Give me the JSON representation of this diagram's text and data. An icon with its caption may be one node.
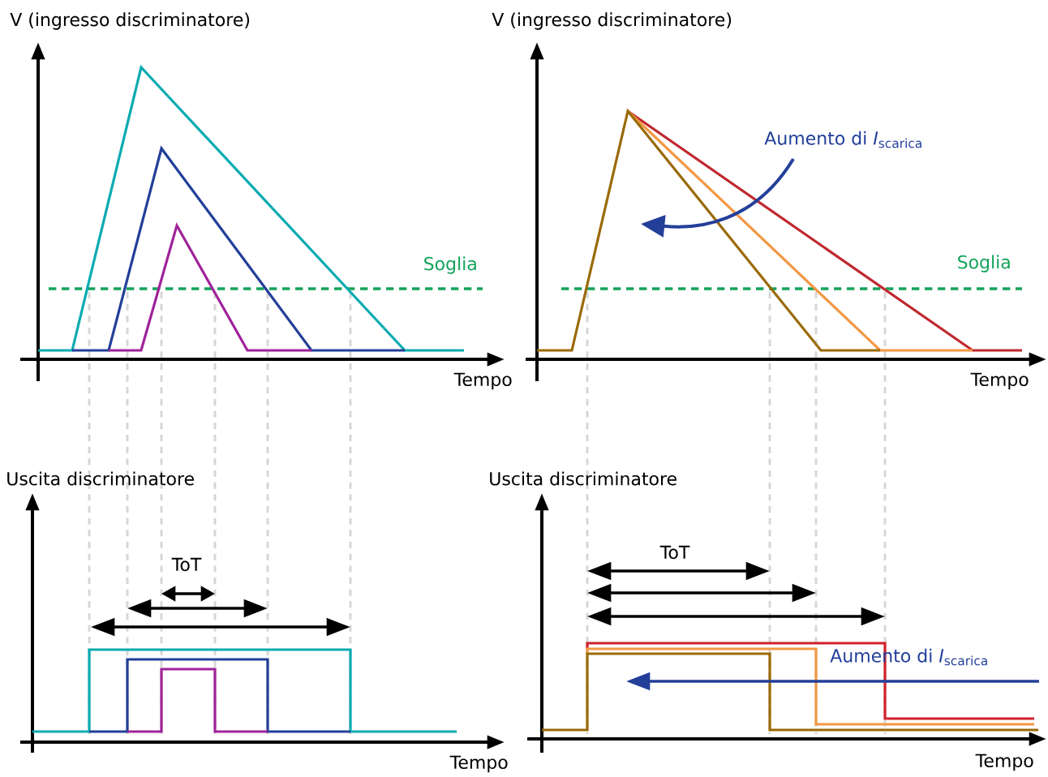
{
  "diagram": {
    "labels": [
      "V (ingresso discriminatore)",
      "V (ingresso discriminatore)",
      "Aumento di *I*$_{scarica}$",
      "Soglia",
      "Soglia",
      "Tempo",
      "Tempo",
      "Uscita discriminatore",
      "Uscita discriminatore",
      "ToT",
      "ToT",
      "Aumento di *I*$_{scarica}$",
      "Tempo",
      "Tempo"
    ]
  }
}
